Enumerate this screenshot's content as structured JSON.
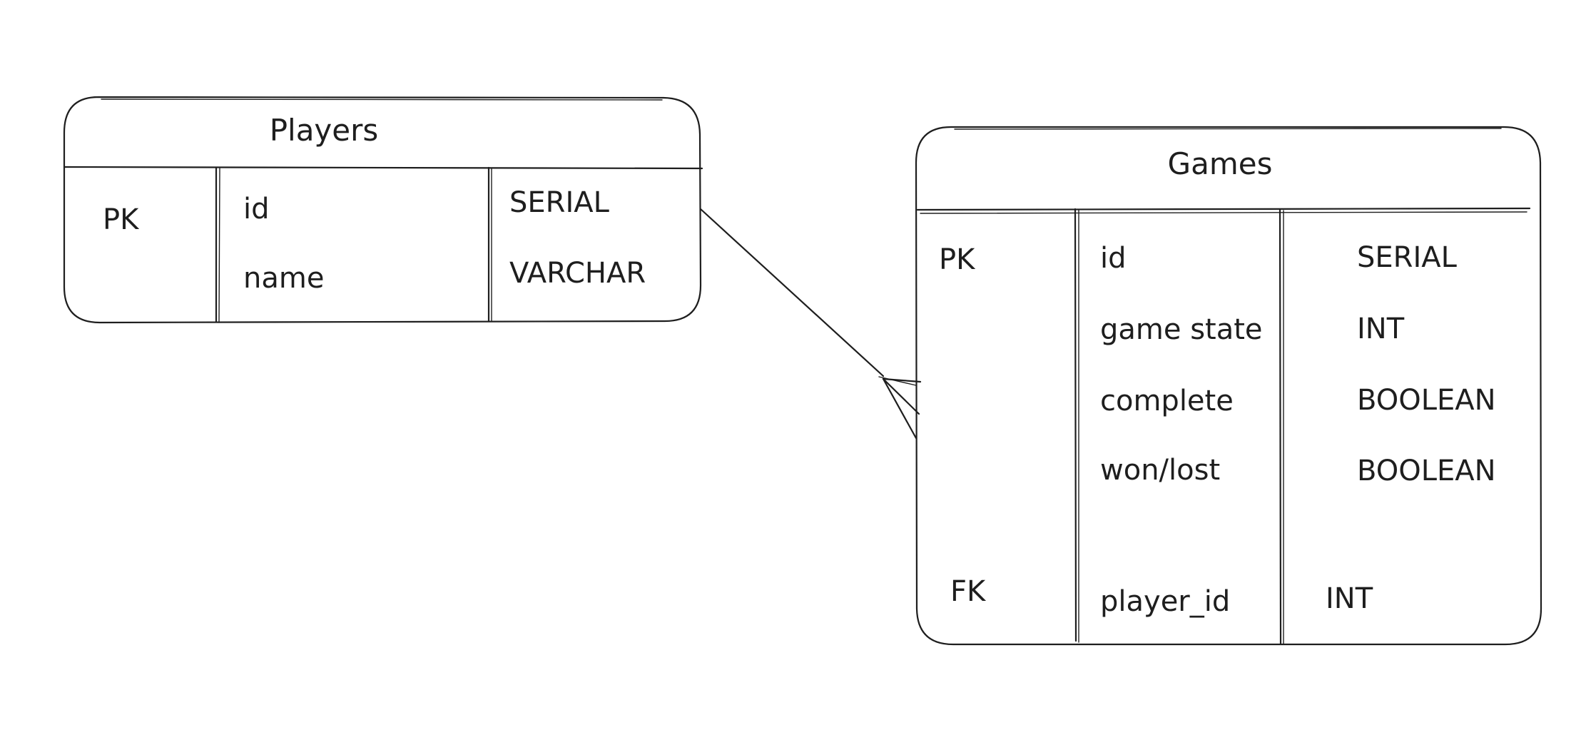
{
  "entities": {
    "players": {
      "title": "Players",
      "key_label": "PK",
      "fields": [
        {
          "name": "id",
          "type": "SERIAL"
        },
        {
          "name": "name",
          "type": "VARCHAR"
        }
      ]
    },
    "games": {
      "title": "Games",
      "pk_label": "PK",
      "fk_label": "FK",
      "fields": [
        {
          "name": "id",
          "type": "SERIAL"
        },
        {
          "name": "game state",
          "type": "INT"
        },
        {
          "name": "complete",
          "type": "BOOLEAN"
        },
        {
          "name": "won/lost",
          "type": "BOOLEAN"
        },
        {
          "name": "player_id",
          "type": "INT"
        }
      ]
    }
  },
  "relationship": {
    "from": "Players",
    "to": "Games",
    "cardinality": "one-to-many"
  }
}
